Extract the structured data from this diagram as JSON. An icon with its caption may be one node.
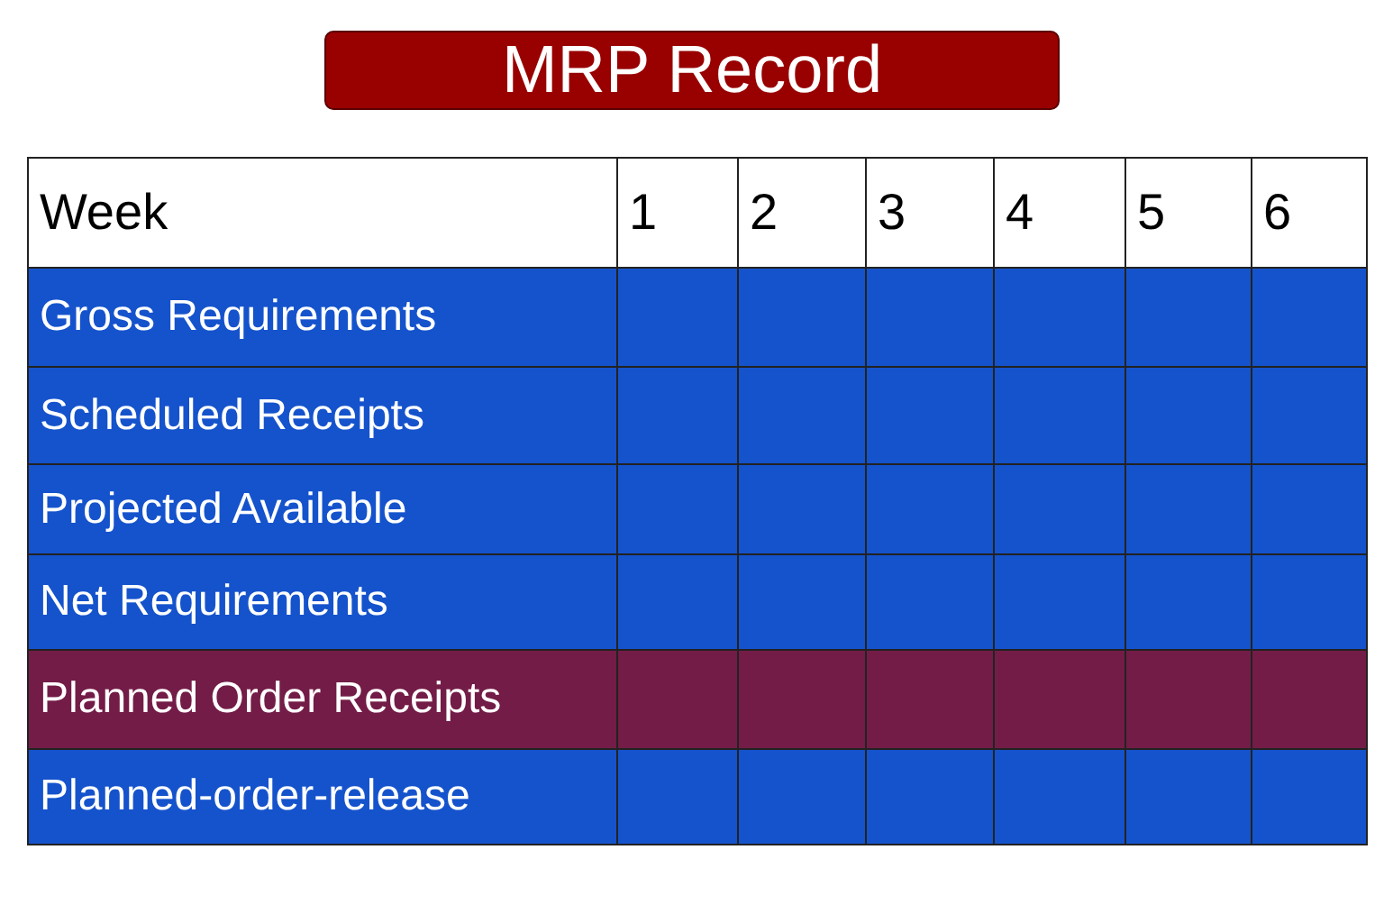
{
  "diagram": {
    "title": "MRP Record",
    "labels": [
      "Week",
      "1",
      "2",
      "3",
      "4",
      "5",
      "6",
      "Gross Requirements",
      "Scheduled Receipts",
      "Projected Available",
      "Net Requirements",
      "Planned Order Receipts",
      "Planned-order-release"
    ]
  }
}
